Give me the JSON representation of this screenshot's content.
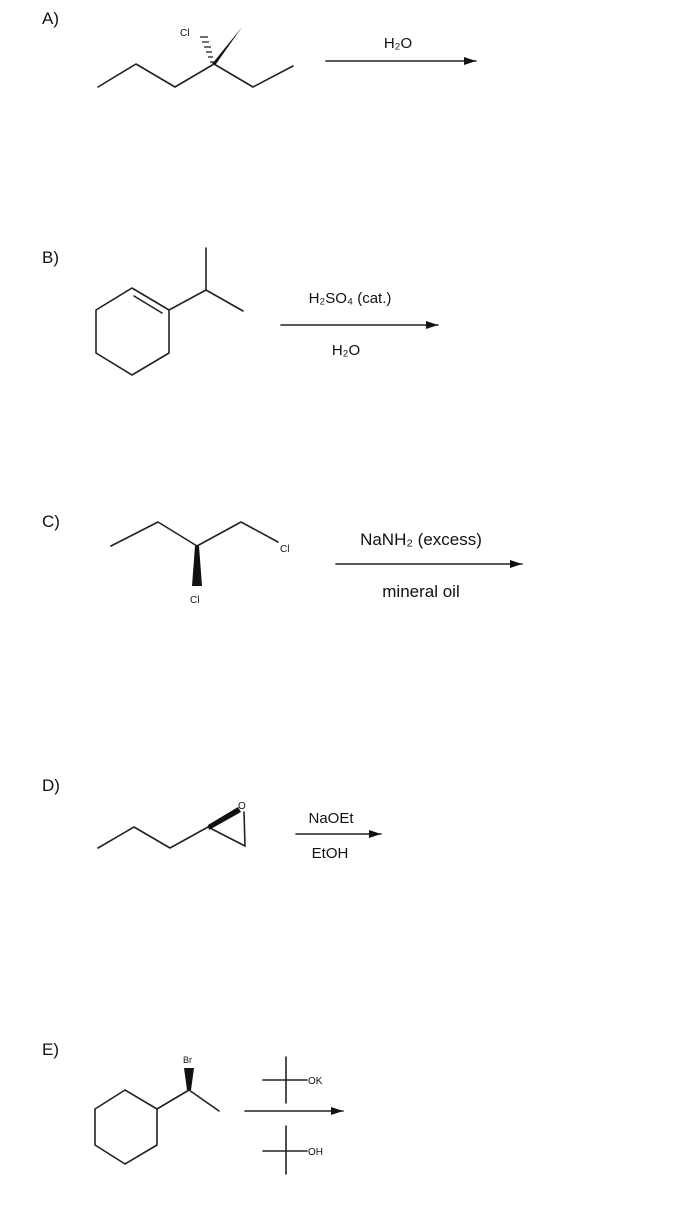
{
  "problems": [
    {
      "letter": "A)",
      "reagents": {
        "above": "H₂O",
        "below": ""
      },
      "atoms": [
        "Cl"
      ]
    },
    {
      "letter": "B)",
      "reagents": {
        "above": "H₂SO₄ (cat.)",
        "below": "H₂O"
      },
      "atoms": []
    },
    {
      "letter": "C)",
      "reagents": {
        "above": "NaNH₂  (excess)",
        "below": "mineral oil"
      },
      "atoms": [
        "Cl",
        "Cl"
      ]
    },
    {
      "letter": "D)",
      "reagents": {
        "above": "NaOEt",
        "below": "EtOH"
      },
      "atoms": [
        "O"
      ]
    },
    {
      "letter": "E)",
      "reagents": {
        "above": "OK",
        "below": "OH"
      },
      "atoms": [
        "Br"
      ]
    }
  ]
}
